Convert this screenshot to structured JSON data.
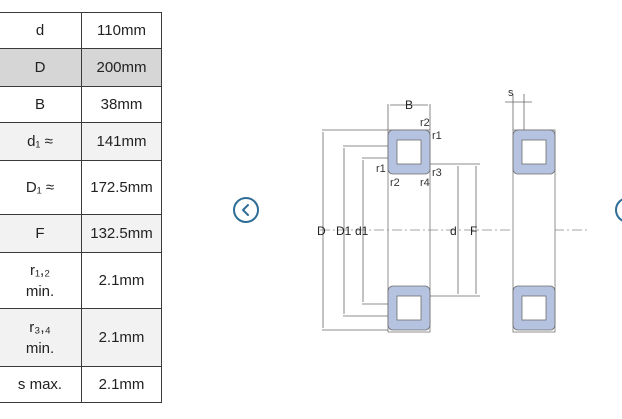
{
  "table": {
    "rows": [
      {
        "key": "d",
        "value": "110mm"
      },
      {
        "key": "D",
        "value": "200mm"
      },
      {
        "key": "B",
        "value": "38mm"
      },
      {
        "key": "d₁ ≈",
        "value": "141mm"
      },
      {
        "key": "D₁ ≈",
        "value": "172.5mm"
      },
      {
        "key": "F",
        "value": "132.5mm"
      },
      {
        "key_line1": "r₁,₂",
        "key_line2": "min.",
        "value": "2.1mm"
      },
      {
        "key_line1": "r₃,₄",
        "key_line2": "min.",
        "value": "2.1mm"
      },
      {
        "key": "s max.",
        "value": "2.1mm"
      }
    ]
  },
  "diagram": {
    "labels": {
      "B": "B",
      "s": "s",
      "r1": "r1",
      "r2": "r2",
      "r3": "r3",
      "r4": "r4",
      "D": "D",
      "D1": "D1",
      "d1": "d1",
      "d": "d",
      "F": "F"
    }
  },
  "colors": {
    "ring_fill": "#b5c3e0",
    "ring_stroke": "#6d6d6d",
    "nav": "#2e6d96"
  },
  "nav": {
    "prev_icon": "chevron-left-icon",
    "next_icon": "chevron-right-icon"
  }
}
